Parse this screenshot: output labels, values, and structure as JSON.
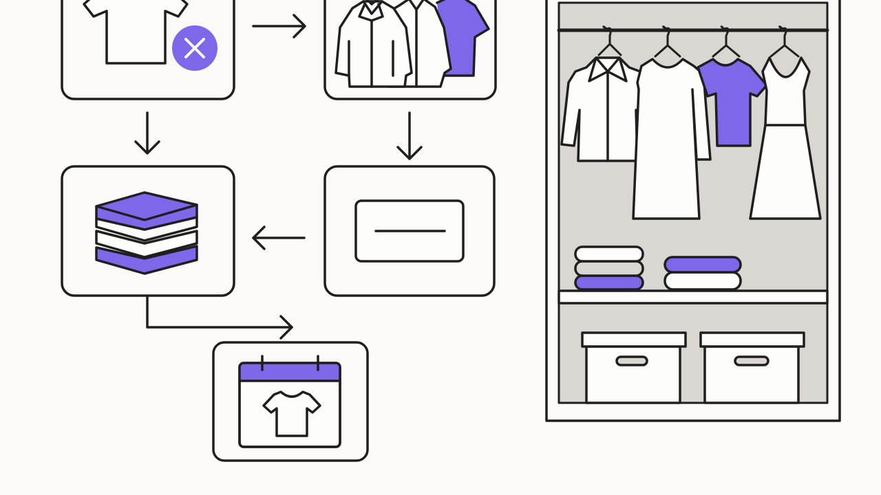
{
  "diagram": {
    "steps": [
      {
        "id": "discard",
        "icon": "tshirt-remove-icon"
      },
      {
        "id": "group",
        "icon": "clothes-group-icon"
      },
      {
        "id": "label",
        "icon": "label-box-icon"
      },
      {
        "id": "fold",
        "icon": "folded-stack-icon"
      },
      {
        "id": "schedule",
        "icon": "calendar-shirt-icon"
      }
    ],
    "closet": {
      "icon": "wardrobe-icon"
    }
  },
  "colors": {
    "accent": "#7f67ea",
    "stroke": "#1f1f1f",
    "background": "#fcfaf7",
    "closet_wall": "#dad6d1",
    "paper": "#fdfdfb"
  }
}
